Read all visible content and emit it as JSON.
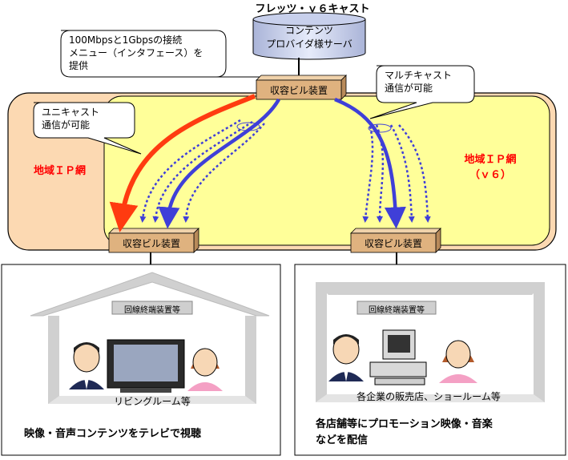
{
  "title": "フレッツ・ｖ６キャスト",
  "server": {
    "line1": "コンテンツ",
    "line2": "プロバイダ様サーバ"
  },
  "callouts": {
    "interface": {
      "line1": "100Mbpsと1Gbpsの接続",
      "line2": "メニュー（インタフェース）を",
      "line3": "提供"
    },
    "multicast": {
      "line1": "マルチキャスト",
      "line2": "通信が可能"
    },
    "unicast": {
      "line1": "ユニキャスト",
      "line2": "通信が可能"
    }
  },
  "network": {
    "left_label": "地域ＩＰ網",
    "right_label_line1": "地域ＩＰ網",
    "right_label_line2": "（ｖ６）"
  },
  "nodes": {
    "top": "収容ビル装置",
    "left": "収容ビル装置",
    "right": "収容ビル装置"
  },
  "home": {
    "device": "回線終端装置等",
    "room": "リビングルーム等",
    "caption": "映像・音声コンテンツをテレビで視聴"
  },
  "shop": {
    "device": "回線終端装置等",
    "room": "各企業の販売店、ショールーム等",
    "caption_line1": "各店舗等にプロモーション映像・音楽",
    "caption_line2": "などを配信"
  },
  "colors": {
    "unicast_arrow": "#ff3b10",
    "multicast_arrow": "#3f3fd8",
    "network_outer": "#fcd9b2",
    "network_inner": "#ffff99",
    "node_box": "#dfb27f"
  }
}
